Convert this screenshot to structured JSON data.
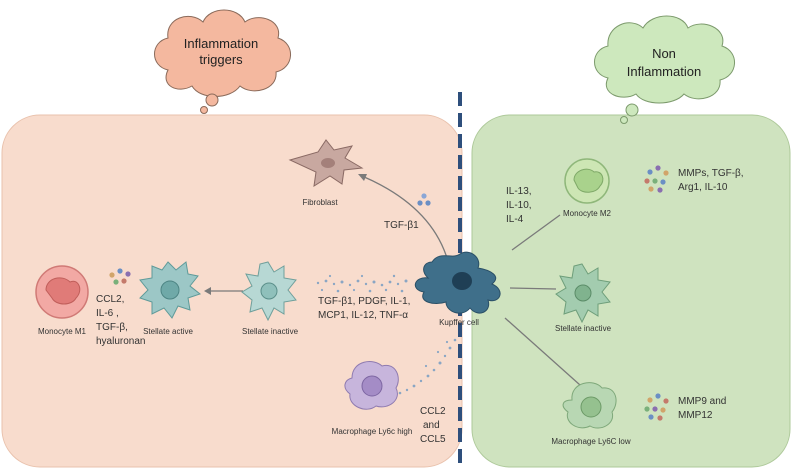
{
  "panels": {
    "inflammation_cloud": {
      "line1": "Inflammation",
      "line2": "triggers"
    },
    "non_inflammation_cloud": {
      "line1": "Non",
      "line2": "Inflammation"
    }
  },
  "cells": {
    "fibroblast": "Fibroblast",
    "monocyte_m1": "Monocyte M1",
    "stellate_active": "Stellate active",
    "stellate_inactive_left": "Stellate inactive",
    "kupffer": "Kupffer cell",
    "macrophage_high": "Macrophage Ly6c high",
    "monocyte_m2": "Monocyte M2",
    "stellate_inactive_right": "Stellate inactive",
    "macrophage_low": "Macrophage Ly6C low"
  },
  "mediators": {
    "tgf_b1": "TGF-β1",
    "kupffer_to_stellate_1": "TGF-β1, PDGF, IL-1,",
    "kupffer_to_stellate_2": "MCP1, IL-12, TNF-α",
    "m1_1": "CCL2,",
    "m1_2": "IL-6 ,",
    "m1_3": "TGF-β,",
    "m1_4": "hyaluronan",
    "ccl_1": "CCL2",
    "ccl_2": "and",
    "ccl_3": "CCL5",
    "il_1": "IL-13,",
    "il_2": "IL-10,",
    "il_3": "IL-4",
    "m2_1": "MMPs, TGF-β,",
    "m2_2": "Arg1, IL-10",
    "mmp_1": "MMP9 and",
    "mmp_2": "MMP12"
  },
  "colors": {
    "left_panel": "#f8dccd",
    "right_panel": "#cfe3bf",
    "left_cloud": "#f4b89f",
    "right_cloud": "#cde8bd",
    "divider": "#2e4f7c"
  }
}
